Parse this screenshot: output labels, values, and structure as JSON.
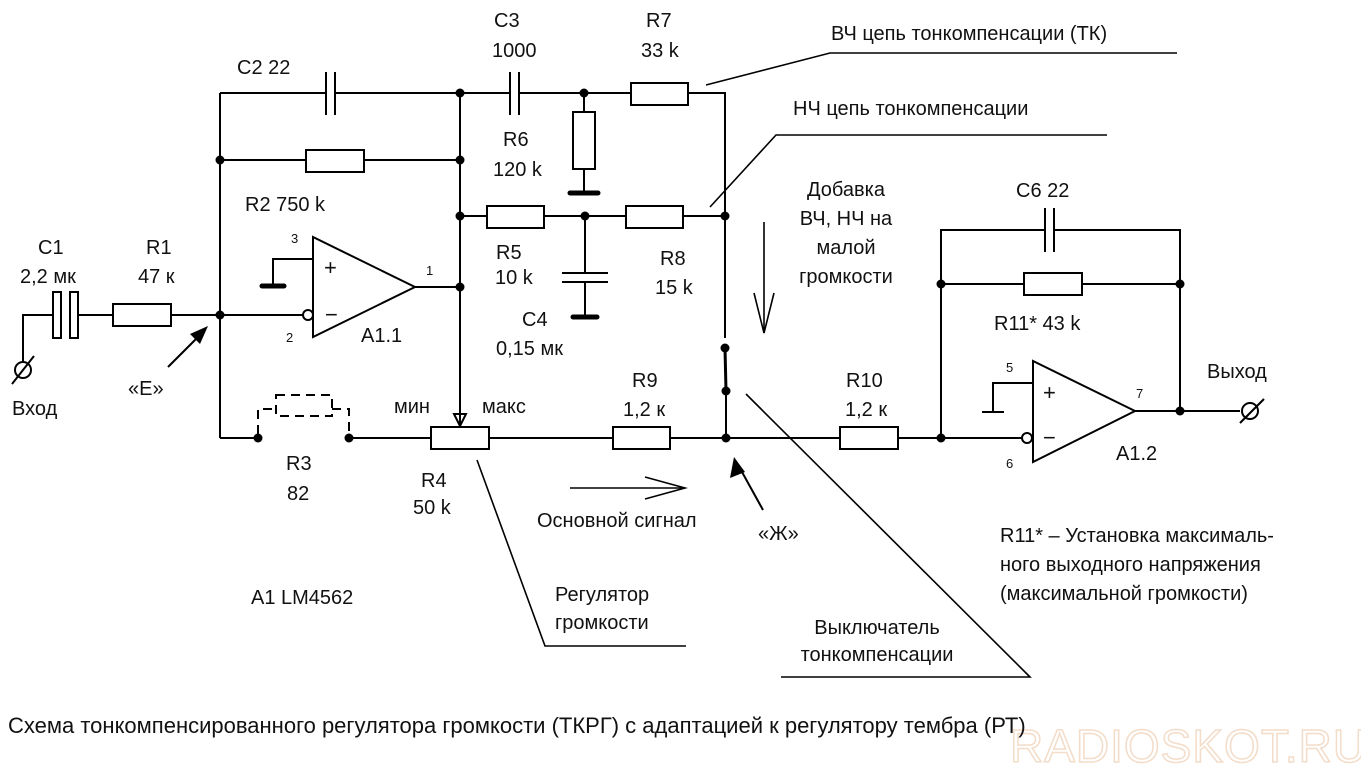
{
  "components": {
    "c1": {
      "ref": "C1",
      "value": "2,2 мк"
    },
    "r1": {
      "ref": "R1",
      "value": "47 к"
    },
    "c2": {
      "ref": "C2",
      "value": "22",
      "label": "C2  22"
    },
    "r2": {
      "ref": "R2",
      "value": "750 k",
      "label": "R2  750 k"
    },
    "c3": {
      "ref": "C3",
      "value": "1000"
    },
    "r7": {
      "ref": "R7",
      "value": "33 k"
    },
    "r6": {
      "ref": "R6",
      "value": "120 k"
    },
    "r5": {
      "ref": "R5",
      "value": "10 k"
    },
    "r8": {
      "ref": "R8",
      "value": "15 k"
    },
    "c4": {
      "ref": "C4",
      "value": "0,15 мк"
    },
    "r3": {
      "ref": "R3",
      "value": "82"
    },
    "r4": {
      "ref": "R4",
      "value": "50 k"
    },
    "r9": {
      "ref": "R9",
      "value": "1,2 к"
    },
    "r10": {
      "ref": "R10",
      "value": "1,2 к"
    },
    "c6": {
      "ref": "C6",
      "value": "22",
      "label": "C6  22"
    },
    "r11": {
      "ref": "R11*",
      "value": "43 k",
      "label": "R11*  43 k"
    },
    "a11": {
      "ref": "A1.1",
      "pin_plus": "3",
      "pin_minus": "2",
      "pin_out": "1"
    },
    "a12": {
      "ref": "A1.2",
      "pin_plus": "5",
      "pin_minus": "6",
      "pin_out": "7"
    }
  },
  "symbols": {
    "plus": "+",
    "minus": "−"
  },
  "terminals": {
    "input": "Вход",
    "output": "Выход"
  },
  "pot_labels": {
    "min": "мин",
    "max": "макс"
  },
  "annotations": {
    "hf_chain": "ВЧ цепь тонкомпенсации (ТК)",
    "lf_chain": "НЧ цепь тонкомпенсации",
    "boost": [
      "Добавка",
      "ВЧ, НЧ на",
      "малой",
      "громкости"
    ],
    "point_e": "«Е»",
    "point_zh": "«Ж»",
    "main_signal": "Основной сигнал",
    "volume_control": [
      "Регулятор",
      "громкости"
    ],
    "tc_switch": [
      "Выключатель",
      "тонкомпенсации"
    ],
    "chip": "A1  LM4562",
    "r11_note": [
      "R11* – Установка максималь-",
      "ного выходного напряжения",
      "(максимальной громкости)"
    ]
  },
  "caption": "Схема тонкомпенсированного регулятора громкости (ТКРГ) с адаптацией к регулятору тембра (РТ)",
  "watermark": "RADIOSKOT.RU"
}
